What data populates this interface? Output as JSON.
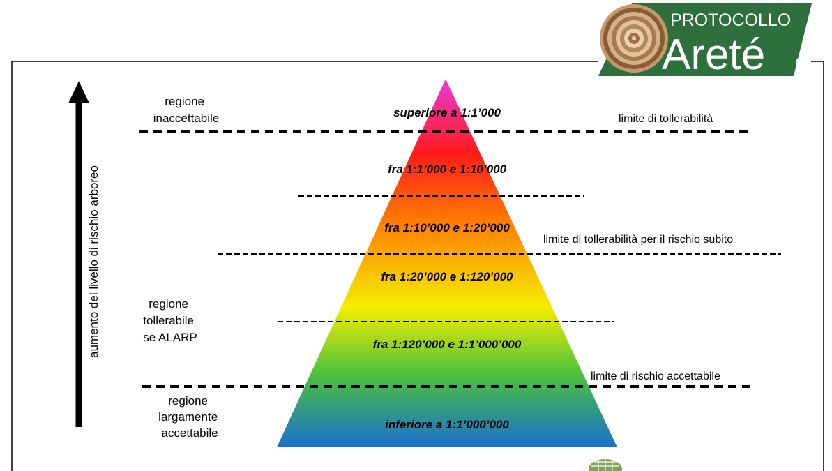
{
  "axis_label": "aumento del livello di rischio arboreo",
  "regions": [
    {
      "lines": [
        "regione",
        "inaccettabile"
      ]
    },
    {
      "lines": [
        "regione",
        "tollerabile",
        "se ALARP"
      ]
    },
    {
      "lines": [
        "regione",
        "largamente",
        "accettabile"
      ]
    }
  ],
  "bands": [
    {
      "label": "superiore a 1:1’000"
    },
    {
      "label": "fra 1:1’000 e 1:10’000"
    },
    {
      "label": "fra 1:10’000 e 1:20’000"
    },
    {
      "label": "fra 1:20’000 e 1:120’000"
    },
    {
      "label": "fra 1:120’000 e 1:1’000’000"
    },
    {
      "label": "inferiore a 1:1’000’000"
    }
  ],
  "limits": [
    {
      "label": "limite di tollerabilità"
    },
    {
      "label": "limite di tollerabilità  per il rischio subito"
    },
    {
      "label": "limite di rischio accettabile"
    }
  ],
  "logo": {
    "line1": "PROTOCOLLO",
    "line2": "Areté",
    "mark": "®",
    "color": "#2e6f3e"
  },
  "colors": {
    "pyramid_top": "#e83ad8",
    "pyramid_red": "#ff1a1a",
    "pyramid_orange": "#ff8c00",
    "pyramid_yellow": "#f5ee00",
    "pyramid_green": "#4cc23a",
    "pyramid_blue": "#1a6fd0"
  }
}
